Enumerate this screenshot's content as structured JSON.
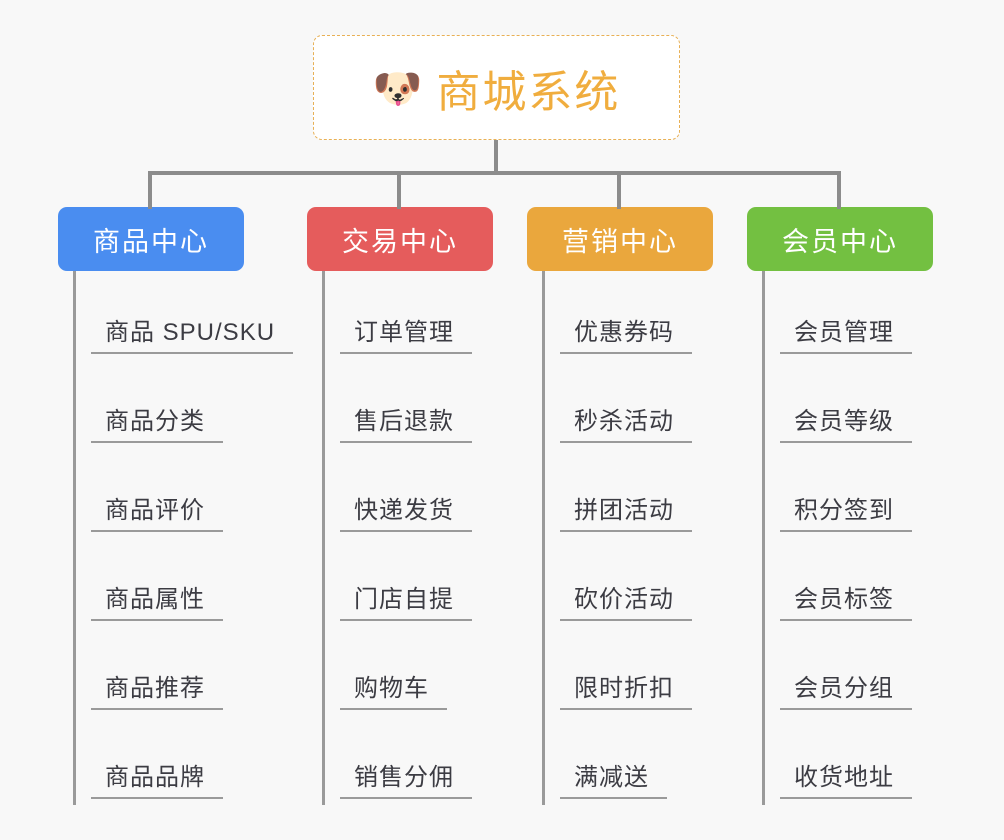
{
  "root": {
    "icon": "shiba-dog-face-icon",
    "emoji": "🐶",
    "title": "商城系统",
    "title_color": "#f0ad3e",
    "border_color": "#e8b055"
  },
  "canvas": {
    "background": "#f8f8f8",
    "connector_color": "#8c8c8c"
  },
  "branches": [
    {
      "label": "商品中心",
      "color": "#4a8df0",
      "items": [
        "商品 SPU/SKU",
        "商品分类",
        "商品评价",
        "商品属性",
        "商品推荐",
        "商品品牌"
      ]
    },
    {
      "label": "交易中心",
      "color": "#e55c5c",
      "items": [
        "订单管理",
        "售后退款",
        "快递发货",
        "门店自提",
        "购物车",
        "销售分佣"
      ]
    },
    {
      "label": "营销中心",
      "color": "#eaa73d",
      "items": [
        "优惠券码",
        "秒杀活动",
        "拼团活动",
        "砍价活动",
        "限时折扣",
        "满减送"
      ]
    },
    {
      "label": "会员中心",
      "color": "#73c041",
      "items": [
        "会员管理",
        "会员等级",
        "积分签到",
        "会员标签",
        "会员分组",
        "收货地址"
      ]
    }
  ]
}
